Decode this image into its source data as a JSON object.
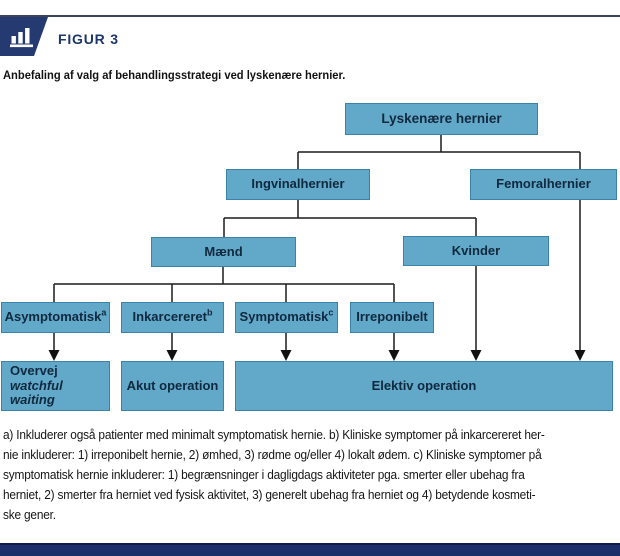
{
  "header": {
    "figure_label": "FIGUR 3",
    "title": "Anbefaling af valg af behandlingsstrategi ved lyskenære hernier."
  },
  "flow": {
    "nodes": {
      "lyskenaere": {
        "label": "Lyskenære hernier"
      },
      "ingvinal": {
        "label": "Ingvinalhernier"
      },
      "femoral": {
        "label": "Femoralhernier"
      },
      "maend": {
        "label": "Mænd"
      },
      "kvinder": {
        "label": "Kvinder"
      },
      "asymptomatisk": {
        "label": "Asymptomatisk",
        "sup": "a"
      },
      "inkarcereret": {
        "label": "Inkarcereret",
        "sup": "b"
      },
      "symptomatisk": {
        "label": "Symptomatisk",
        "sup": "c"
      },
      "irreponibelt": {
        "label": "Irreponibelt"
      },
      "overvej": {
        "line1": "Overvej",
        "line2": "watchful waiting"
      },
      "akut": {
        "label": "Akut operation"
      },
      "elektiv": {
        "label": "Elektiv operation"
      }
    }
  },
  "footnotes": {
    "lines": [
      "a) Inkluderer også patienter med minimalt symptomatisk hernie. b) Kliniske symptomer på inkarcereret her-",
      "nie inkluderer: 1) irreponibelt hernie, 2) ømhed, 3) rødme og/eller 4) lokalt ødem. c) Kliniske symptomer på",
      "symptomatisk hernie inkluderer: 1) begrænsninger i dagligdags aktiviteter pga. smerter eller ubehag fra",
      "herniet, 2) smerter fra herniet ved fysisk aktivitet, 3) generelt ubehag fra herniet og 4) betydende kosmeti-",
      "ske gener."
    ]
  },
  "colors": {
    "node_fill": "#62a8c9",
    "node_border": "#3b83a9",
    "node_text": "#10293e",
    "navy_badge": "#243a71",
    "figur_text": "#1d366b",
    "bottom_bar": "#1c2e6a",
    "connector": "#1c1c1c"
  }
}
